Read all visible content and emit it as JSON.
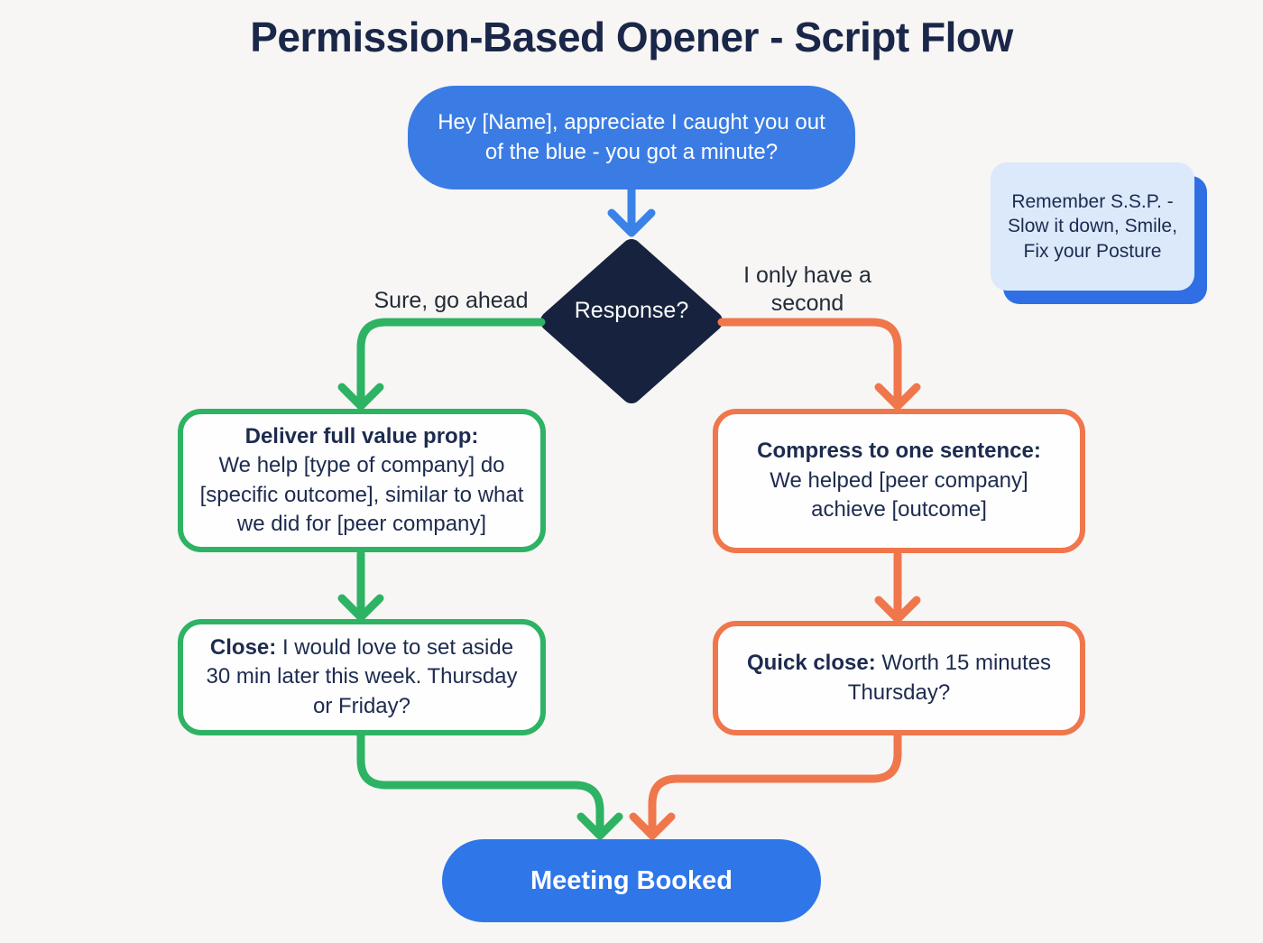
{
  "title": "Permission-Based Opener - Script Flow",
  "colors": {
    "background": "#f7f6f4",
    "blue": "#3b7ce4",
    "blue_arrow": "#3b82e8",
    "navy_diamond": "#17233e",
    "green": "#2db363",
    "orange": "#f0764b",
    "note_bg": "#dbe9fb",
    "note_shadow": "#2f6fe3",
    "text_dark": "#1d2b4f"
  },
  "nodes": {
    "opener": {
      "text": "Hey [Name], appreciate I caught you out of the blue - you got a minute?"
    },
    "decision": {
      "label": "Response?"
    },
    "full_value": {
      "title": "Deliver full value prop:",
      "body": "We help [type of company] do [specific outcome], similar to what we did for [peer company]"
    },
    "compress": {
      "title": "Compress to one sentence:",
      "body": "We helped [peer company] achieve [outcome]"
    },
    "close": {
      "title": "Close:",
      "body": "I would love to set aside 30 min later this week. Thursday or Friday?"
    },
    "quick_close": {
      "title": "Quick close:",
      "body": "Worth 15 minutes Thursday?"
    },
    "meeting": {
      "label": "Meeting Booked"
    }
  },
  "branches": {
    "yes": {
      "label": "Sure, go ahead"
    },
    "no": {
      "label": "I only have a second"
    }
  },
  "note": {
    "lines": [
      "Remember S.S.P. -",
      "Slow it down, Smile,",
      "Fix your Posture"
    ]
  }
}
